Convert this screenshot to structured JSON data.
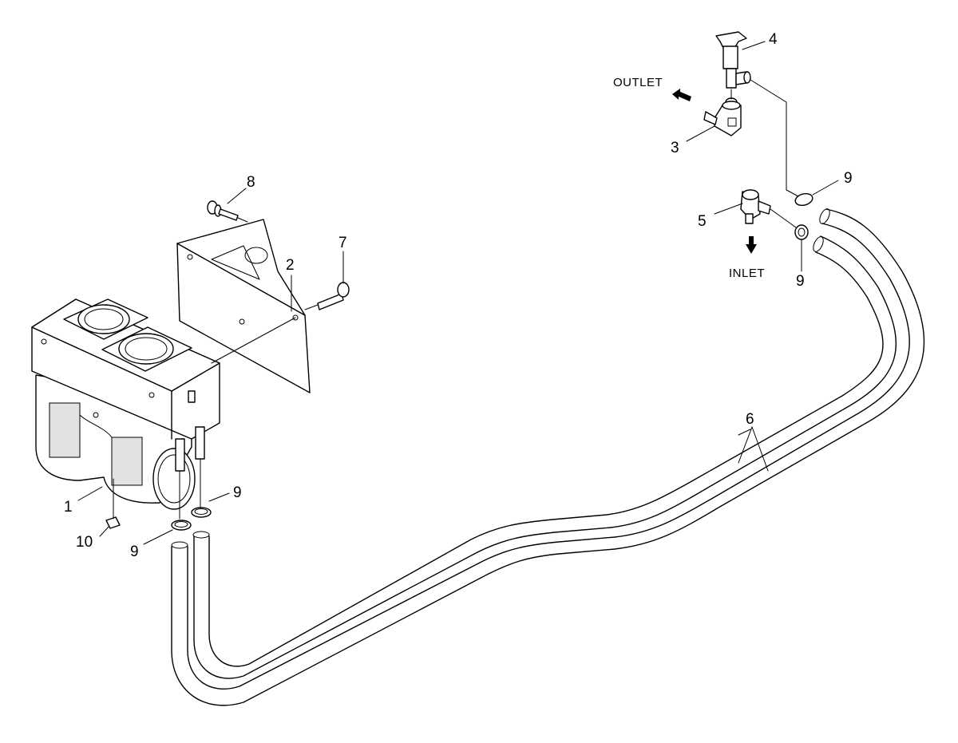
{
  "callouts": {
    "c1": "1",
    "c2": "2",
    "c3": "3",
    "c4": "4",
    "c5": "5",
    "c6": "6",
    "c7": "7",
    "c8": "8",
    "c9": "9",
    "c10": "10"
  },
  "labels": {
    "outlet": "OUTLET",
    "inlet": "INLET"
  },
  "colors": {
    "line": "#000000",
    "background": "#ffffff"
  }
}
